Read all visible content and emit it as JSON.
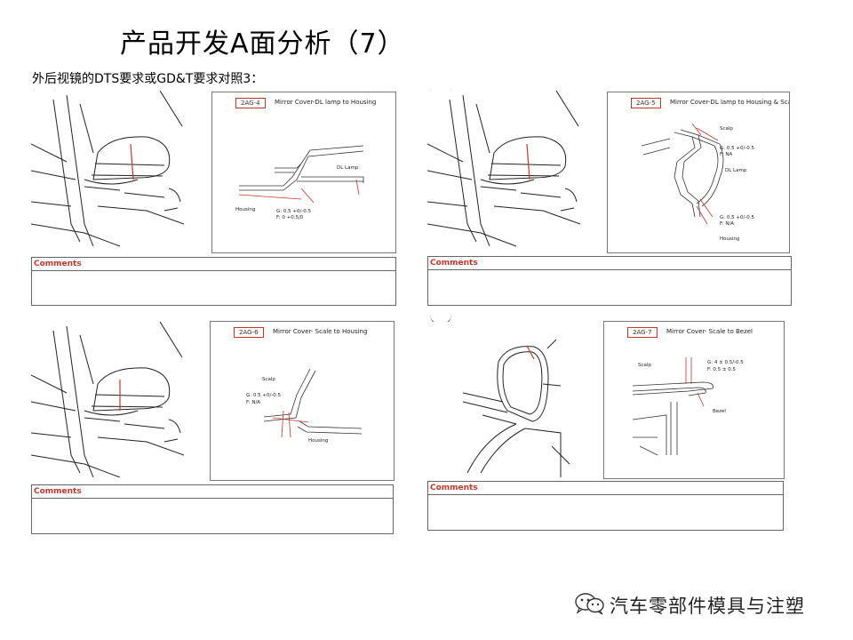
{
  "title": "产品开发A面分析（7）",
  "subtitle": "外后视镜的DTS要求或GD&T要求对照3：",
  "panels": [
    {
      "code": "2AG-4",
      "heading": "Mirror Cover-DL lamp to Housing",
      "labels": [
        "Housing",
        "DL Lamp",
        "G: 0.5 +0/-0.5",
        "F: 0 +0.5/0"
      ],
      "comments_label": "Comments"
    },
    {
      "code": "2AG-5",
      "heading": "Mirror Cover-DL lamp to Housing & Scale",
      "labels": [
        "Scalp",
        "G: 0.5 +0/-0.5",
        "F: NA",
        "DL Lamp",
        "G: 0.5 +0/-0.5",
        "F: N/A",
        "Housing"
      ],
      "comments_label": "Comments"
    },
    {
      "code": "2AG-6",
      "heading": "Mirror Cover- Scale to Housing",
      "labels": [
        "Scalp",
        "G: 0.5 +0/-0.5",
        "F: N/A",
        "Housing"
      ],
      "comments_label": "Comments"
    },
    {
      "code": "2AG-7",
      "heading": "Mirror Cover- Scale to Bezel",
      "labels": [
        "Scalp",
        "G: 4 ± 0.5/-0.5",
        "F: 0.5 ± 0.5",
        "Bezel"
      ],
      "comments_label": "Comments"
    }
  ],
  "footer": {
    "watermark": "汽车零部件模具与注塑",
    "icon": "wechat-icon"
  },
  "colors": {
    "accent_red": "#c0392b",
    "border": "#666666",
    "text": "#000000"
  }
}
